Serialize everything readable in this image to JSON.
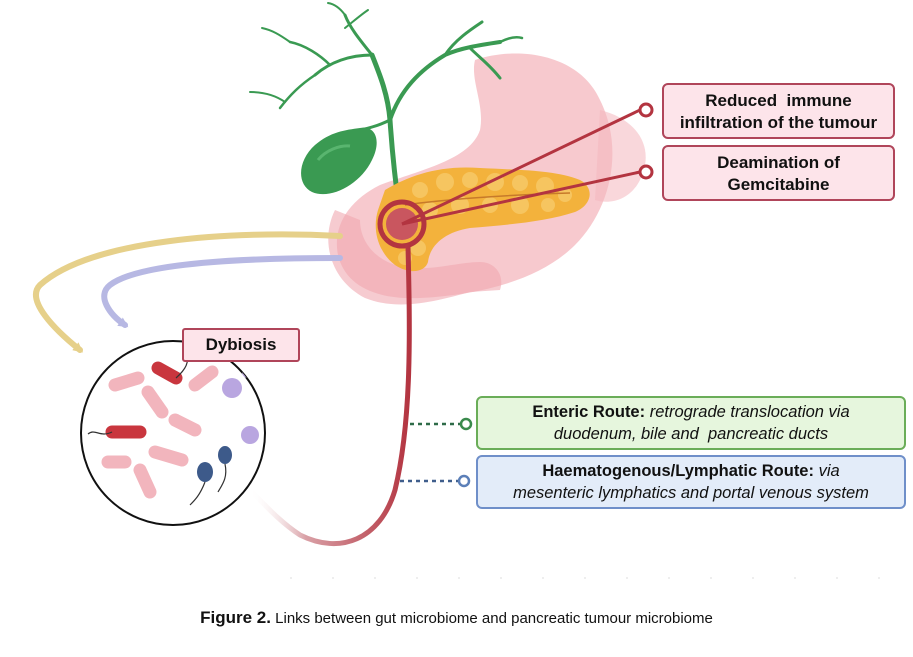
{
  "labels": {
    "reduced_immune": [
      "Reduced  immune",
      "infiltration of the tumour"
    ],
    "deamination": [
      "Deamination of",
      "Gemcitabine"
    ],
    "dysbiosis": "Dybiosis",
    "enteric": {
      "bold": "Enteric Route:",
      "italic1": "retrograde translocation via",
      "italic2": "duodenum, bile and  pancreatic ducts"
    },
    "haematogenous": {
      "bold": "Haematogenous/Lymphatic Route:",
      "italic1": "via",
      "italic2": "mesenteric lymphatics and portal venous system"
    }
  },
  "caption": {
    "label": "Figure 2.",
    "text": "Links between gut microbiome and pancreatic tumour microbiome"
  },
  "colors": {
    "tumour_red": "#b33440",
    "pink_box_fill": "#fde4ea",
    "pink_box_border": "#b0455a",
    "green_box_fill": "#e6f6dd",
    "green_box_border": "#6aad58",
    "blue_box_fill": "#e3ecf9",
    "blue_box_border": "#6f8fc9",
    "gallbladder_green": "#3a9a52",
    "pancreas_orange": "#f3b23c",
    "stomach_pink": "#f4b7bd",
    "arrow_tan": "#e6d08a",
    "arrow_lavender": "#b7b8e3"
  }
}
